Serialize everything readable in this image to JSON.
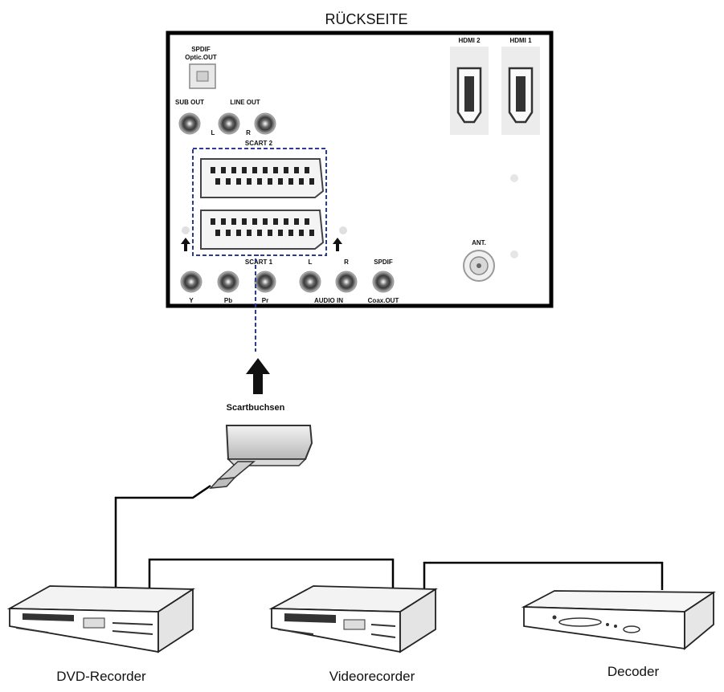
{
  "title": "RÜCKSEITE",
  "panel": {
    "spdif_optical": [
      "SPDIF",
      "Optic.OUT"
    ],
    "sub_out": "SUB OUT",
    "line_out": "LINE OUT",
    "line_l": "L",
    "line_r": "R",
    "scart2": "SCART 2",
    "scart1": "SCART 1",
    "hdmi2": "HDMI 2",
    "hdmi1": "HDMI 1",
    "ant": "ANT.",
    "y": "Y",
    "pb": "Pb",
    "pr": "Pr",
    "audio_l": "L",
    "audio_r": "R",
    "audio_in": "AUDIO IN",
    "spdif_coax": "SPDIF",
    "coax_out": "Coax.OUT"
  },
  "plug_label": "Scartbuchsen",
  "devices": {
    "dvd": "DVD-Recorder",
    "vcr": "Videorecorder",
    "decoder": "Decoder"
  },
  "colors": {
    "highlight": "#2b3a9e",
    "line": "#000000",
    "grey": "#9a9a9a"
  }
}
